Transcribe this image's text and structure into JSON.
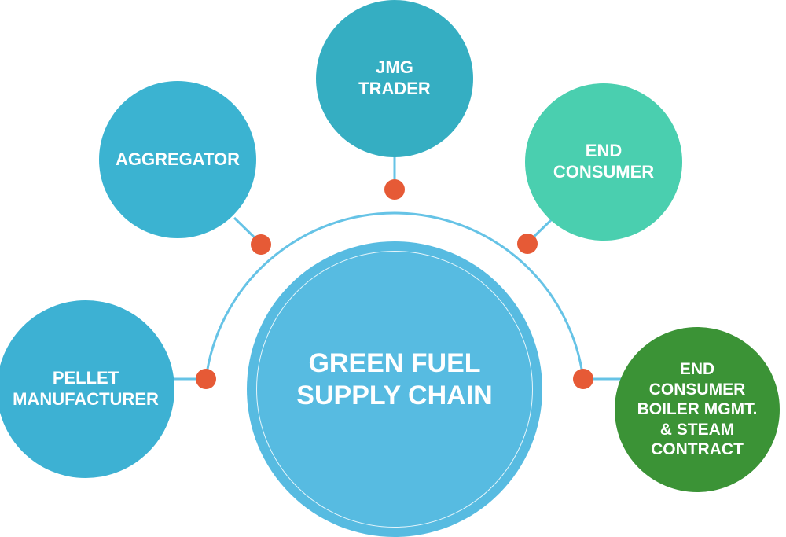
{
  "diagram": {
    "center": {
      "label": "GREEN FUEL\nSUPPLY CHAIN",
      "color": "#57BBE1"
    },
    "nodes": [
      {
        "id": "pellet-manufacturer",
        "label": "PELLET\nMANUFACTURER",
        "color": "#3DB1D3"
      },
      {
        "id": "aggregator",
        "label": "AGGREGATOR",
        "color": "#3BB3D1"
      },
      {
        "id": "jmg-trader",
        "label": "JMG\nTRADER",
        "color": "#35AEC2"
      },
      {
        "id": "end-consumer",
        "label": "END\nCONSUMER",
        "color": "#4ACFAF"
      },
      {
        "id": "end-consumer-boiler",
        "label": "END\nCONSUMER\nBOILER MGMT.\n& STEAM\nCONTRACT",
        "color": "#3B9336"
      }
    ],
    "connector_color": "#66C3E6",
    "dot_color": "#E65A36"
  }
}
